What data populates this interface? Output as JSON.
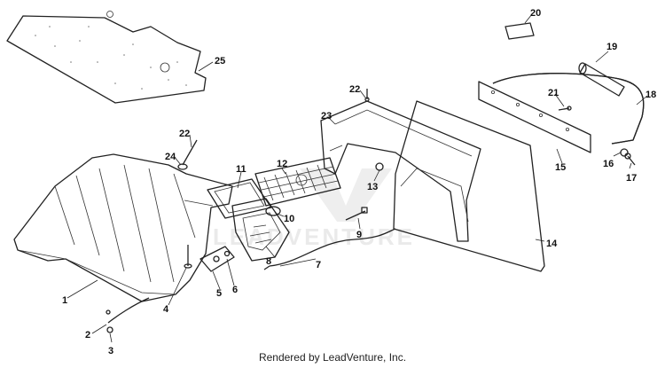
{
  "diagram": {
    "callouts": [
      "1",
      "2",
      "3",
      "4",
      "5",
      "6",
      "7",
      "8",
      "9",
      "10",
      "11",
      "12",
      "13",
      "14",
      "15",
      "16",
      "17",
      "18",
      "19",
      "20",
      "21",
      "22",
      "22",
      "23",
      "24",
      "25"
    ]
  },
  "watermark": "LEADVENTURE",
  "footer": {
    "credit": "Rendered by LeadVenture, Inc."
  }
}
